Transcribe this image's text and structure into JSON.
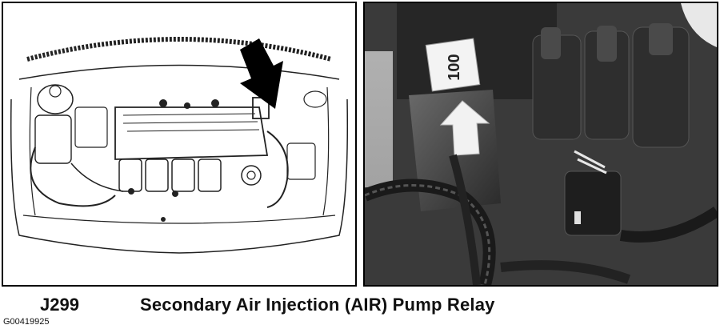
{
  "caption": {
    "code": "J299",
    "name": "Secondary Air Injection (AIR) Pump Relay"
  },
  "figure_id": "G00419925",
  "relay_label": "100",
  "colors": {
    "arrow_dark": "#000000",
    "arrow_light": "#f2f2f2",
    "photo_bg": "#3a3a3a",
    "line_art": "#222222"
  }
}
